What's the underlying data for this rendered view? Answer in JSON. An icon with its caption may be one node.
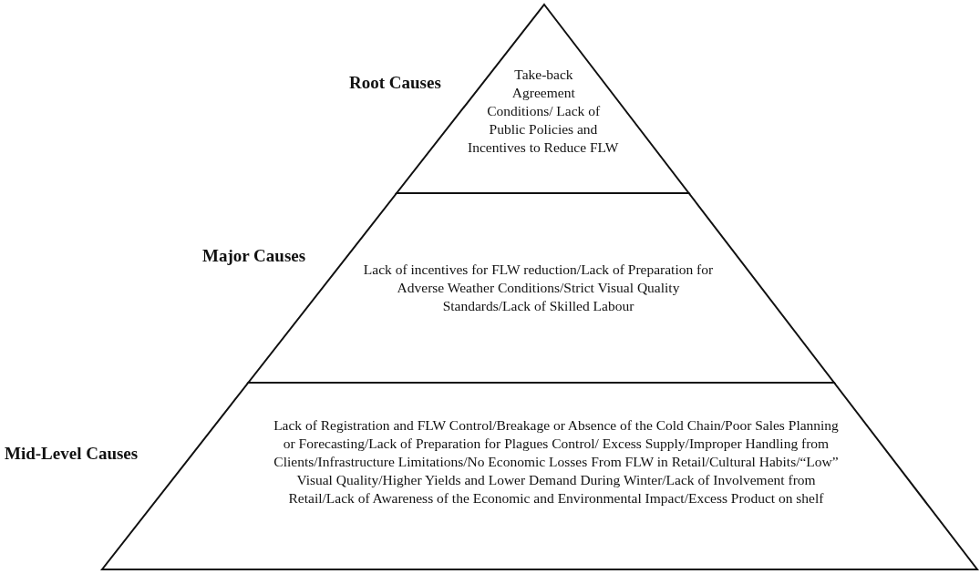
{
  "diagram": {
    "nodes": [
      {
        "text": [
          "Root Causes",
          "Take-back Agreement Conditions/ Lack of Public Policies and Incentives to Reduce FLW"
        ]
      },
      {
        "text": [
          "Major Causes",
          "Lack of incentives for FLW reduction/Lack of Preparation for Adverse Weather Conditions/Strict Visual Quality Standards/Lack of Skilled Labour"
        ]
      },
      {
        "text": [
          "Mid-Level Causes",
          "Lack of Registration and FLW Control/Breakage or Absence of the Cold Chain/Poor Sales Planning or Forecasting/Lack of Preparation for Plagues Control/ Excess Supply/Improper Handling from Clients/Infrastructure Limitations/No Economic Losses From FLW in Retail/Cultural Habits/“Low” Visual Quality/Higher Yields and Lower Demand During Winter/Lack of Involvement from Retail/Lack of Awareness of the Economic and Environmental Impact/Excess Product on shelf"
        ]
      }
    ]
  }
}
